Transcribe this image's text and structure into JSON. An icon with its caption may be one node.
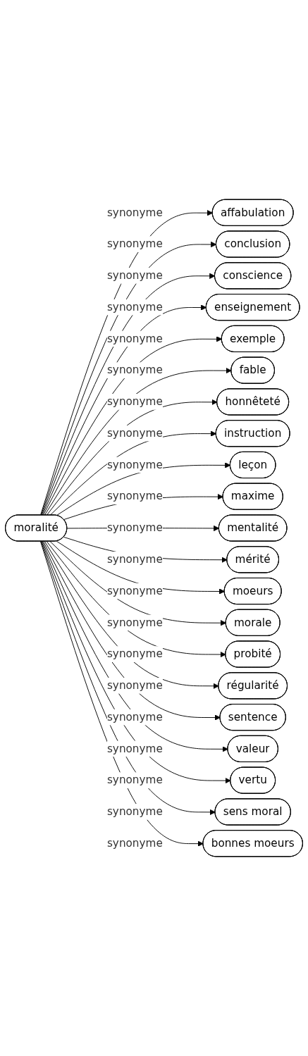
{
  "diagram": {
    "nodes": [
      {
        "text": [
          "moralité"
        ]
      },
      {
        "text": [
          "affabulation"
        ]
      },
      {
        "text": [
          "conclusion"
        ]
      },
      {
        "text": [
          "conscience"
        ]
      },
      {
        "text": [
          "enseignement"
        ]
      },
      {
        "text": [
          "exemple"
        ]
      },
      {
        "text": [
          "fable"
        ]
      },
      {
        "text": [
          "honnêteté"
        ]
      },
      {
        "text": [
          "instruction"
        ]
      },
      {
        "text": [
          "leçon"
        ]
      },
      {
        "text": [
          "maxime"
        ]
      },
      {
        "text": [
          "mentalité"
        ]
      },
      {
        "text": [
          "mérité"
        ]
      },
      {
        "text": [
          "moeurs"
        ]
      },
      {
        "text": [
          "morale"
        ]
      },
      {
        "text": [
          "probité"
        ]
      },
      {
        "text": [
          "régularité"
        ]
      },
      {
        "text": [
          "sentence"
        ]
      },
      {
        "text": [
          "valeur"
        ]
      },
      {
        "text": [
          "vertu"
        ]
      },
      {
        "text": [
          "sens moral"
        ]
      },
      {
        "text": [
          "bonnes moeurs"
        ]
      }
    ],
    "edges": [
      {
        "from": 0,
        "to": 1,
        "arrow": "to",
        "label": "synonyme"
      },
      {
        "from": 0,
        "to": 2,
        "arrow": "to",
        "label": "synonyme"
      },
      {
        "from": 0,
        "to": 3,
        "arrow": "to",
        "label": "synonyme"
      },
      {
        "from": 0,
        "to": 4,
        "arrow": "to",
        "label": "synonyme"
      },
      {
        "from": 0,
        "to": 5,
        "arrow": "to",
        "label": "synonyme"
      },
      {
        "from": 0,
        "to": 6,
        "arrow": "to",
        "label": "synonyme"
      },
      {
        "from": 0,
        "to": 7,
        "arrow": "to",
        "label": "synonyme"
      },
      {
        "from": 0,
        "to": 8,
        "arrow": "to",
        "label": "synonyme"
      },
      {
        "from": 0,
        "to": 9,
        "arrow": "to",
        "label": "synonyme"
      },
      {
        "from": 0,
        "to": 10,
        "arrow": "to",
        "label": "synonyme"
      },
      {
        "from": 0,
        "to": 11,
        "arrow": "to",
        "label": "synonyme"
      },
      {
        "from": 0,
        "to": 12,
        "arrow": "to",
        "label": "synonyme"
      },
      {
        "from": 0,
        "to": 13,
        "arrow": "to",
        "label": "synonyme"
      },
      {
        "from": 0,
        "to": 14,
        "arrow": "to",
        "label": "synonyme"
      },
      {
        "from": 0,
        "to": 15,
        "arrow": "to",
        "label": "synonyme"
      },
      {
        "from": 0,
        "to": 16,
        "arrow": "to",
        "label": "synonyme"
      },
      {
        "from": 0,
        "to": 17,
        "arrow": "to",
        "label": "synonyme"
      },
      {
        "from": 0,
        "to": 18,
        "arrow": "to",
        "label": "synonyme"
      },
      {
        "from": 0,
        "to": 19,
        "arrow": "to",
        "label": "synonyme"
      },
      {
        "from": 0,
        "to": 20,
        "arrow": "to",
        "label": "synonyme"
      },
      {
        "from": 0,
        "to": 21,
        "arrow": "to",
        "label": "synonyme"
      }
    ]
  }
}
